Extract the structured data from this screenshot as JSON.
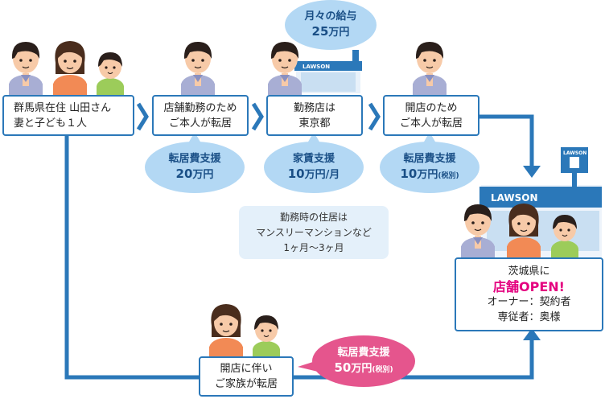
{
  "steps": {
    "start": {
      "line1": "群馬県在住  山田さん",
      "line2": "妻と子ども１人"
    },
    "step2": {
      "line1": "店舗勤務のため",
      "line2": "ご本人が転居"
    },
    "step3": {
      "line1": "勤務店は",
      "line2": "東京都"
    },
    "step4": {
      "line1": "開店のため",
      "line2": "ご本人が転居"
    },
    "family": {
      "line1": "開店に伴い",
      "line2": "ご家族が転居"
    },
    "final": {
      "line1": "茨城県に",
      "line2": "店舗OPEN!",
      "line3": "オーナー：契約者",
      "line4": "専従者：奥様"
    }
  },
  "bubbles": {
    "salary": {
      "line1": "月々の給与",
      "amount": "25",
      "unit": "万円"
    },
    "support1": {
      "line1": "転居費支援",
      "amount": "20",
      "unit": "万円"
    },
    "support2": {
      "line1": "家賃支援",
      "amount": "10",
      "unit": "万円/月"
    },
    "support3": {
      "line1": "転居費支援",
      "amount": "10",
      "unit": "万円",
      "note": "(税別)"
    },
    "support4": {
      "line1": "転居費支援",
      "amount": "50",
      "unit": "万円",
      "note": "(税別)"
    }
  },
  "note": {
    "line1": "勤務時の住居は",
    "line2": "マンスリーマンションなど",
    "line3": "1ヶ月〜3ヶ月"
  },
  "store": {
    "sign": "LAWSON",
    "sign_big": "LAWSON",
    "tower": "LAWSON"
  },
  "colors": {
    "line": "#2b78b9",
    "bubble": "#b3d8f4",
    "pink_bubble": "#e5558d",
    "accent": "#e4007f"
  }
}
